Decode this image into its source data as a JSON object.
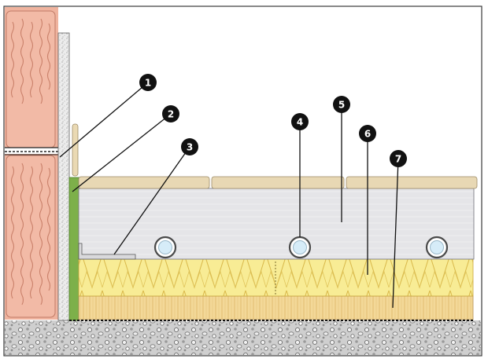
{
  "diagram": {
    "markers": [
      {
        "id": "marker-1",
        "label": "1"
      },
      {
        "id": "marker-2",
        "label": "2"
      },
      {
        "id": "marker-3",
        "label": "3"
      },
      {
        "id": "marker-4",
        "label": "4"
      },
      {
        "id": "marker-5",
        "label": "5"
      },
      {
        "id": "marker-6",
        "label": "6"
      },
      {
        "id": "marker-7",
        "label": "7"
      }
    ],
    "colors": {
      "brick": "#efb39e",
      "brick_dark": "#b86a58",
      "plaster": "#e6e6e6",
      "damper": "#7db04a",
      "screed": "#e4e4e6",
      "tiles": "#e7d8b6",
      "insulation_yellow": "#f7e98a",
      "insulation_lower": "#f2d792",
      "gravel": "#c9c9c9",
      "pipe": "#cfe8f7"
    }
  }
}
